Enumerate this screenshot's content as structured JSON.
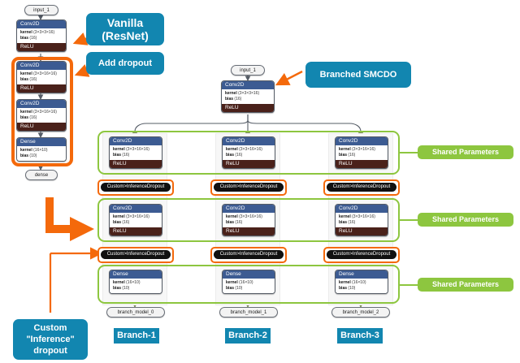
{
  "diagram": {
    "title": "Vanilla ResNet vs Branched SMCDO architecture",
    "colors": {
      "layer_header": "#3c5b92",
      "activation": "#4a211a",
      "callout_teal": "#1286B0",
      "shared_green": "#8DC63F",
      "dropout_orange": "#F4690B"
    }
  },
  "vanilla": {
    "input_label": "input_1",
    "output_label": "dense",
    "layers": [
      {
        "name": "conv2d-1",
        "title": "Conv2D",
        "kernel_label": "kernel",
        "kernel_value": "(3×3×3×16)",
        "bias_label": "bias",
        "bias_value": "(16)",
        "activation": "ReLU"
      },
      {
        "name": "conv2d-2",
        "title": "Conv2D",
        "kernel_label": "kernel",
        "kernel_value": "(3×3×16×16)",
        "bias_label": "bias",
        "bias_value": "(16)",
        "activation": "ReLU"
      },
      {
        "name": "conv2d-3",
        "title": "Conv2D",
        "kernel_label": "kernel",
        "kernel_value": "(3×3×16×16)",
        "bias_label": "bias",
        "bias_value": "(16)",
        "activation": "ReLU"
      },
      {
        "name": "dense",
        "title": "Dense",
        "kernel_label": "kernel",
        "kernel_value": "(16×10)",
        "bias_label": "bias",
        "bias_value": "(10)",
        "activation": null
      }
    ]
  },
  "callouts": {
    "vanilla": "Vanilla\n(ResNet)",
    "vanilla_line1": "Vanilla",
    "vanilla_line2": "(ResNet)",
    "add_dropout": "Add dropout",
    "branched": "Branched SMCDO",
    "custom_line1": "Custom",
    "custom_line2": "\"Inference\"",
    "custom_line3": "dropout"
  },
  "branched": {
    "input_label": "input_1",
    "stem": {
      "title": "Conv2D",
      "kernel_label": "kernel",
      "kernel_value": "(3×3×3×16)",
      "bias_label": "bias",
      "bias_value": "(16)",
      "activation": "ReLU"
    },
    "dropout_label": "Custom>InferenceDropout",
    "shared_label": "Shared Parameters",
    "shared_groups": [
      "Shared Parameters",
      "Shared Parameters",
      "Shared Parameters"
    ],
    "branch_columns": [
      {
        "tag": "Branch-1",
        "output_label": "branch_model_0",
        "layers": [
          {
            "title": "Conv2D",
            "kernel_label": "kernel",
            "kernel_value": "(3×3×16×16)",
            "bias_label": "bias",
            "bias_value": "(16)",
            "activation": "ReLU"
          },
          {
            "title": "Conv2D",
            "kernel_label": "kernel",
            "kernel_value": "(3×3×16×16)",
            "bias_label": "bias",
            "bias_value": "(16)",
            "activation": "ReLU"
          },
          {
            "title": "Dense",
            "kernel_label": "kernel",
            "kernel_value": "(16×10)",
            "bias_label": "bias",
            "bias_value": "(10)",
            "activation": null
          }
        ]
      },
      {
        "tag": "Branch-2",
        "output_label": "branch_model_1",
        "layers": [
          {
            "title": "Conv2D",
            "kernel_label": "kernel",
            "kernel_value": "(3×3×16×16)",
            "bias_label": "bias",
            "bias_value": "(16)",
            "activation": "ReLU"
          },
          {
            "title": "Conv2D",
            "kernel_label": "kernel",
            "kernel_value": "(3×3×16×16)",
            "bias_label": "bias",
            "bias_value": "(16)",
            "activation": "ReLU"
          },
          {
            "title": "Dense",
            "kernel_label": "kernel",
            "kernel_value": "(16×10)",
            "bias_label": "bias",
            "bias_value": "(10)",
            "activation": null
          }
        ]
      },
      {
        "tag": "Branch-3",
        "output_label": "branch_model_2",
        "layers": [
          {
            "title": "Conv2D",
            "kernel_label": "kernel",
            "kernel_value": "(3×3×16×16)",
            "bias_label": "bias",
            "bias_value": "(16)",
            "activation": "ReLU"
          },
          {
            "title": "Conv2D",
            "kernel_label": "kernel",
            "kernel_value": "(3×3×16×16)",
            "bias_label": "bias",
            "bias_value": "(16)",
            "activation": "ReLU"
          },
          {
            "title": "Dense",
            "kernel_label": "kernel",
            "kernel_value": "(16×10)",
            "bias_label": "bias",
            "bias_value": "(10)",
            "activation": null
          }
        ]
      }
    ]
  }
}
